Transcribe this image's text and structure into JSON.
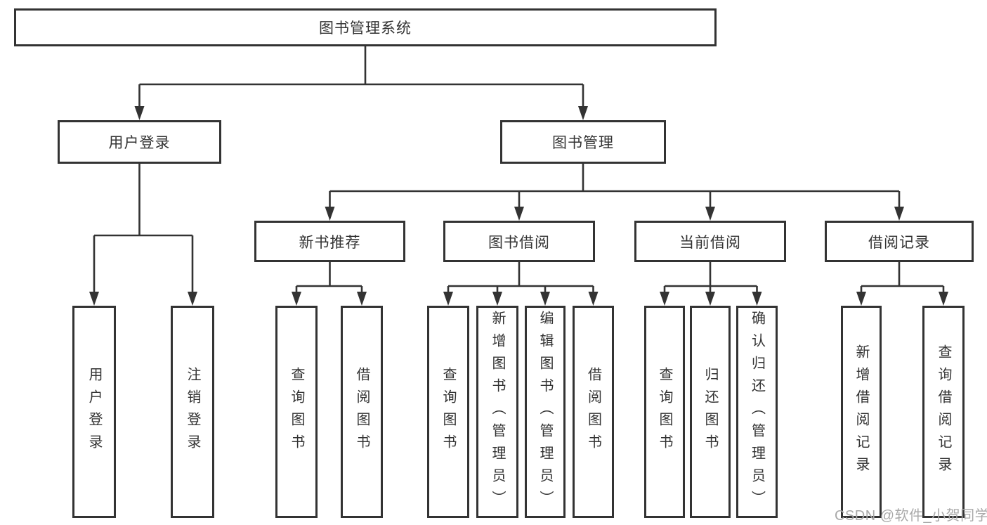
{
  "tree": {
    "root": {
      "label": "图书管理系统"
    },
    "level2": [
      {
        "id": "user-login",
        "label": "用户登录"
      },
      {
        "id": "book-management",
        "label": "图书管理"
      }
    ],
    "level3": [
      {
        "id": "new-book-recommend",
        "parent": "book-management",
        "label": "新书推荐"
      },
      {
        "id": "book-borrow",
        "parent": "book-management",
        "label": "图书借阅"
      },
      {
        "id": "current-borrow",
        "parent": "book-management",
        "label": "当前借阅"
      },
      {
        "id": "borrow-records",
        "parent": "book-management",
        "label": "借阅记录"
      }
    ],
    "leaves": [
      {
        "parent": "user-login",
        "label": "用户登录"
      },
      {
        "parent": "user-login",
        "label": "注销登录"
      },
      {
        "parent": "new-book-recommend",
        "label": "查询图书"
      },
      {
        "parent": "new-book-recommend",
        "label": "借阅图书"
      },
      {
        "parent": "book-borrow",
        "label": "查询图书"
      },
      {
        "parent": "book-borrow",
        "label": "新增图书（管理员）"
      },
      {
        "parent": "book-borrow",
        "label": "编辑图书（管理员）"
      },
      {
        "parent": "book-borrow",
        "label": "借阅图书"
      },
      {
        "parent": "current-borrow",
        "label": "查询图书"
      },
      {
        "parent": "current-borrow",
        "label": "归还图书"
      },
      {
        "parent": "current-borrow",
        "label": "确认归还（管理员）"
      },
      {
        "parent": "borrow-records",
        "label": "新增借阅记录"
      },
      {
        "parent": "borrow-records",
        "label": "查询借阅记录"
      }
    ]
  },
  "watermark": {
    "text": "CSDN @软件_小贺同学"
  },
  "colors": {
    "line": "#333333",
    "box_bg": "#ffffff",
    "text": "#333333",
    "watermark": "#a9a9a9",
    "background": "#ffffff"
  }
}
